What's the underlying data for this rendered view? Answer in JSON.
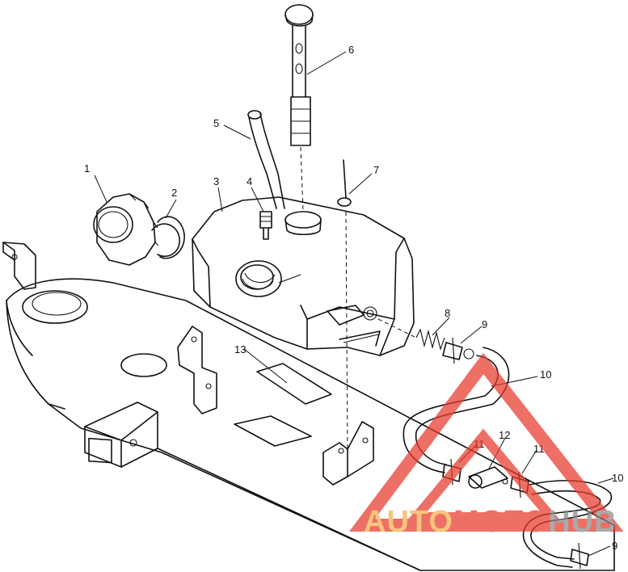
{
  "callouts": [
    {
      "label": "1"
    },
    {
      "label": "2"
    },
    {
      "label": "3"
    },
    {
      "label": "4"
    },
    {
      "label": "5"
    },
    {
      "label": "6"
    },
    {
      "label": "7"
    },
    {
      "label": "8"
    },
    {
      "label": "9"
    },
    {
      "label": "10"
    },
    {
      "label": "11"
    },
    {
      "label": "12"
    },
    {
      "label": "11"
    },
    {
      "label": "10"
    },
    {
      "label": "9"
    },
    {
      "label": "13"
    }
  ],
  "watermark": {
    "word_auto": "AUTO",
    "word_moto": "MOTO",
    "word_hub": "HUB",
    "color_auto": "#f3b04a",
    "color_moto": "#e8392a",
    "color_hub": "#8a8a8a",
    "triangle_color": "#e8392a"
  }
}
